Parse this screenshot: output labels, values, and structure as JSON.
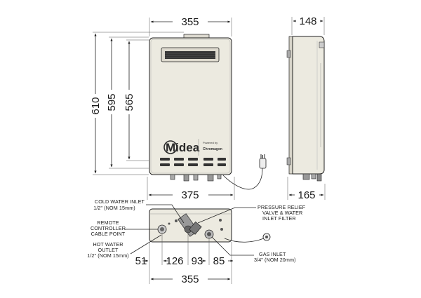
{
  "dimensions": {
    "front_width_top": "355",
    "front_width_bottom": "375",
    "height_total": "610",
    "height_mid": "595",
    "height_inner": "565",
    "side_depth_top": "148",
    "side_depth_bottom": "165",
    "bottom_seg_1": "51",
    "bottom_seg_2": "126",
    "bottom_seg_3": "93",
    "bottom_seg_4": "85",
    "bottom_total": "355"
  },
  "labels": {
    "cold_water_l1": "COLD WATER INLET",
    "cold_water_l2": "1/2\" (NOM 15mm)",
    "remote_l1": "REMOTE",
    "remote_l2": "CONTROLLER",
    "remote_l3": "CABLE POINT",
    "hot_water_l1": "HOT WATER",
    "hot_water_l2": "OUTLET",
    "hot_water_l3": "1/2\" (NOM 15mm)",
    "pressure_l1": "PRESSURE RELIEF",
    "pressure_l2": "VALVE & WATER",
    "pressure_l3": "INLET FILTER",
    "gas_l1": "GAS INLET",
    "gas_l2": "3/4\" (NOM 20mm)"
  },
  "logo": {
    "brand": "Midea",
    "powered_by": "Powered by",
    "partner": "Chromagen"
  },
  "colors": {
    "body_fill": "#eceae0",
    "line": "#222222"
  }
}
